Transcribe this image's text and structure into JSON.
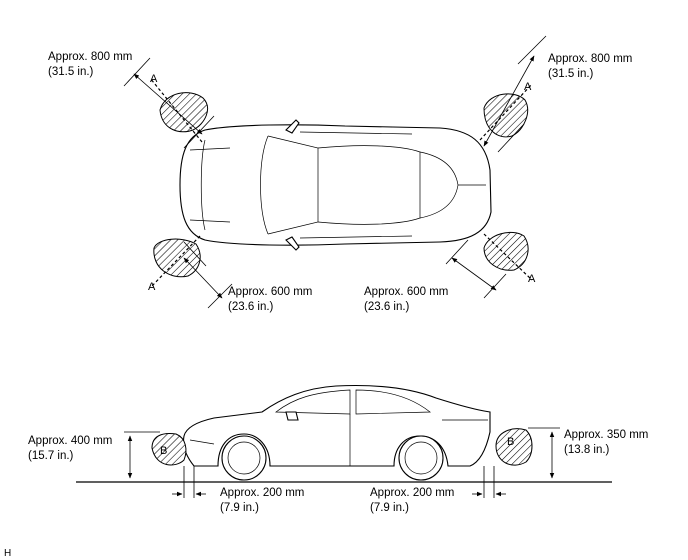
{
  "top_view": {
    "front_left": {
      "distance": "Approx. 800 mm",
      "imperial": "(31.5 in.)",
      "zone": "A"
    },
    "front_right": {
      "distance": "Approx. 800 mm",
      "imperial": "(31.5 in.)",
      "zone": "A"
    },
    "rear_left": {
      "distance": "Approx. 600 mm",
      "imperial": "(23.6 in.)",
      "zone": "A"
    },
    "rear_right": {
      "distance": "Approx. 600 mm",
      "imperial": "(23.6 in.)",
      "zone": "A"
    }
  },
  "side_view": {
    "front_height": {
      "distance": "Approx. 400 mm",
      "imperial": "(15.7 in.)",
      "zone": "B"
    },
    "rear_height": {
      "distance": "Approx. 350 mm",
      "imperial": "(13.8 in.)",
      "zone": "B"
    },
    "front_gap": {
      "distance": "Approx. 200 mm",
      "imperial": "(7.9 in.)"
    },
    "rear_gap": {
      "distance": "Approx. 200 mm",
      "imperial": "(7.9 in.)"
    }
  },
  "figure_code": "H"
}
